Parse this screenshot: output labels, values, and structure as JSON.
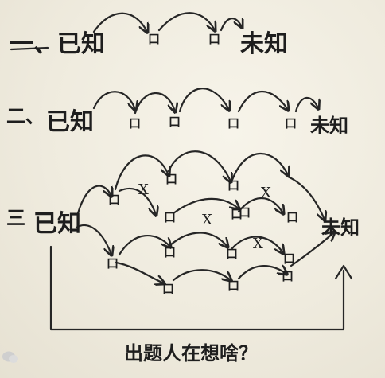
{
  "row1": {
    "numeral": "一、",
    "known": "已知",
    "unknown": "未知",
    "steps": [
      "口",
      "口"
    ]
  },
  "row2": {
    "numeral": "二、",
    "known": "已知",
    "unknown": "未知",
    "steps": [
      "口",
      "口",
      "口",
      "口"
    ]
  },
  "row3": {
    "numeral": "三",
    "known": "已知",
    "unknown": "未知",
    "steps": [
      "口",
      "口",
      "口",
      "口",
      "口",
      "口",
      "口",
      "口",
      "口",
      "口",
      "口",
      "口",
      "口",
      "口"
    ],
    "cross_mark": "X"
  },
  "question": "出题人在想啥？",
  "watermark_logo": "WeChat"
}
